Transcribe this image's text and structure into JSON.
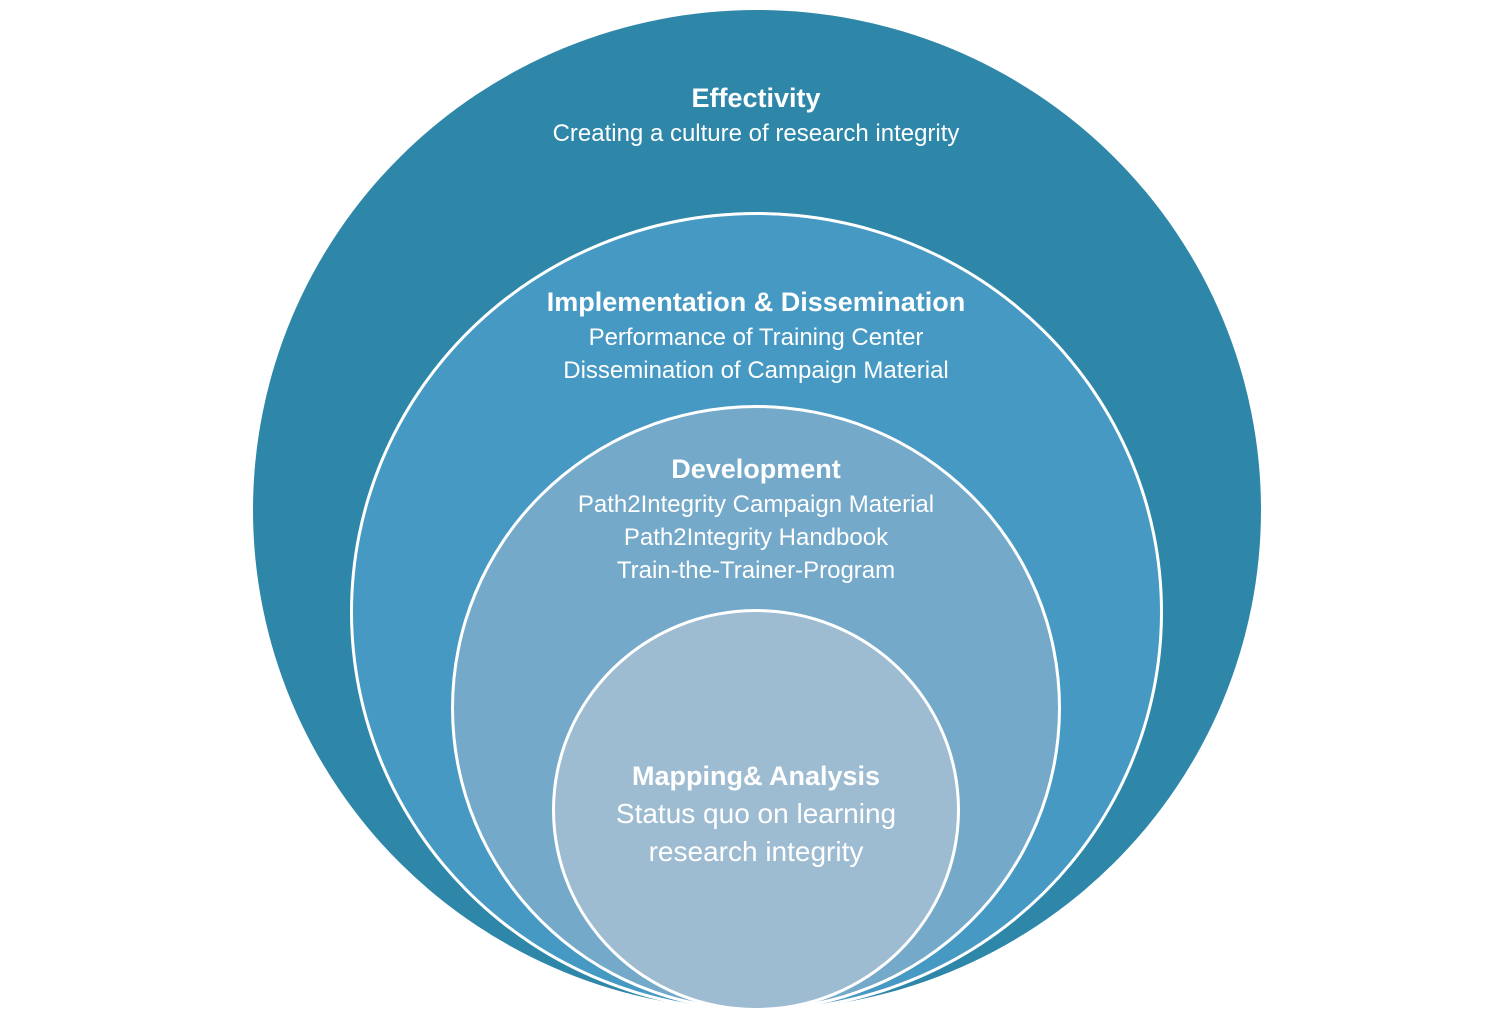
{
  "colors": {
    "outer": "#2e87a8",
    "implementation": "#4699c3",
    "development": "#74a9c9",
    "mapping": "#9ebcd1",
    "text": "#ffffff"
  },
  "rings": {
    "effectivity": {
      "title": "Effectivity",
      "lines": [
        "Creating a culture of research integrity"
      ]
    },
    "implementation": {
      "title": "Implementation & Dissemination",
      "lines": [
        "Performance of Training Center",
        "Dissemination of Campaign Material"
      ]
    },
    "development": {
      "title": "Development",
      "lines": [
        "Path2Integrity Campaign Material",
        "Path2Integrity Handbook",
        "Train-the-Trainer-Program"
      ]
    },
    "mapping": {
      "title": "Mapping& Analysis",
      "lines": [
        "Status quo on learning",
        "research integrity"
      ]
    }
  }
}
